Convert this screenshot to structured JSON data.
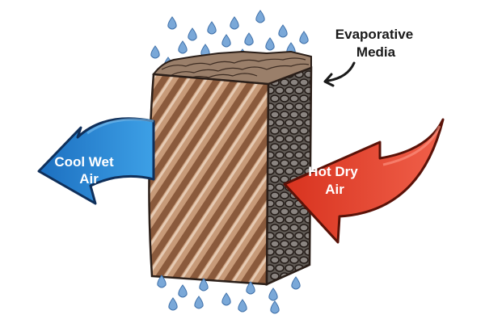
{
  "labels": {
    "cool_air_line1": "Cool Wet",
    "cool_air_line2": "Air",
    "hot_air_line1": "Hot Dry",
    "hot_air_line2": "Air",
    "media_line1": "Evaporative",
    "media_line2": "Media"
  },
  "colors": {
    "cool_arrow": "#2f8fd8",
    "cool_arrow_dark": "#1c5fa6",
    "hot_arrow": "#e5432a",
    "hot_arrow_dark": "#b8281a",
    "media_front": "#c79a78",
    "media_stripe": "#8a5a3c",
    "media_side": "#6b6560",
    "water_drop": "#7aa8d8",
    "outline": "#2a1e18"
  },
  "icons": {
    "drops": "water-drop-icon",
    "pointer": "curved-pointer-arrow"
  }
}
